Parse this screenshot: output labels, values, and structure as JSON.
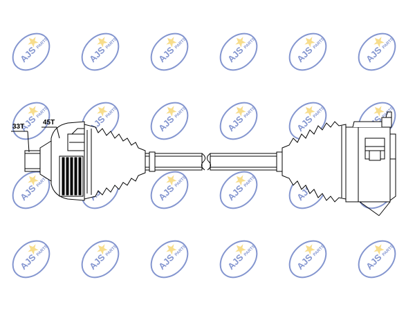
{
  "watermark": {
    "brand": "AJS",
    "suffix": "PARTS",
    "color": "#1f3fa8",
    "star_color": "#f2c230"
  },
  "labels": {
    "left_teeth": "33T",
    "abs_teeth": "45T"
  }
}
